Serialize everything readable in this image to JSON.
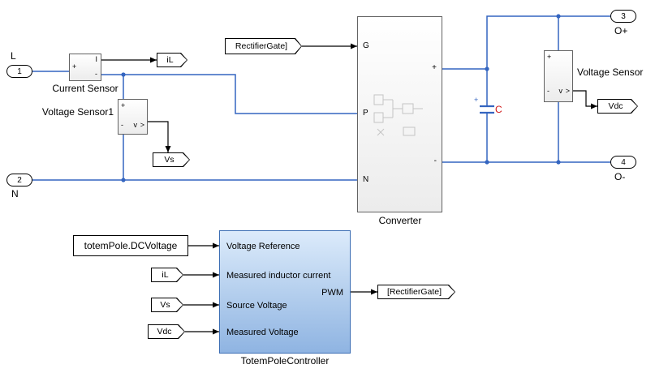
{
  "colors": {
    "physical_line": "#3465c0",
    "signal_line": "#000000",
    "capacitor_label": "#d01818",
    "controller_fill_top": "#dcebfb",
    "controller_fill_bottom": "#8fb4e2"
  },
  "ports": {
    "p1": {
      "num": "1",
      "label": "L"
    },
    "p2": {
      "num": "2",
      "label": "N"
    },
    "p3": {
      "num": "3",
      "label": "O+"
    },
    "p4": {
      "num": "4",
      "label": "O-"
    }
  },
  "blocks": {
    "current_sensor": {
      "label": "Current Sensor",
      "plus": "+",
      "minus": "-",
      "out": "I"
    },
    "voltage_sensor1": {
      "label": "Voltage Sensor1",
      "plus": "+",
      "minus": "-",
      "v": "v",
      "chev": ">"
    },
    "voltage_sensor": {
      "label": "Voltage Sensor",
      "plus": "+",
      "minus": "-",
      "v": "v",
      "chev": ">"
    },
    "converter": {
      "label": "Converter",
      "g": "G",
      "p": "P",
      "n": "N",
      "plus": "+",
      "minus": "-"
    },
    "capacitor": {
      "label": "C",
      "plus": "+"
    },
    "constant": {
      "label": "totemPole.DCVoltage"
    },
    "controller": {
      "label": "TotemPoleController",
      "inputs": [
        "Voltage Reference",
        "Measured inductor current",
        "Source Voltage",
        "Measured Voltage"
      ],
      "output": "PWM"
    }
  },
  "tags": {
    "from_rectifiergate": "RectifierGate]",
    "goto_il": "iL",
    "goto_vs": "Vs",
    "goto_vdc": "Vdc",
    "from_il": "iL",
    "from_vs": "Vs",
    "from_vdc": "Vdc",
    "goto_rectifiergate": "[RectifierGate]"
  }
}
